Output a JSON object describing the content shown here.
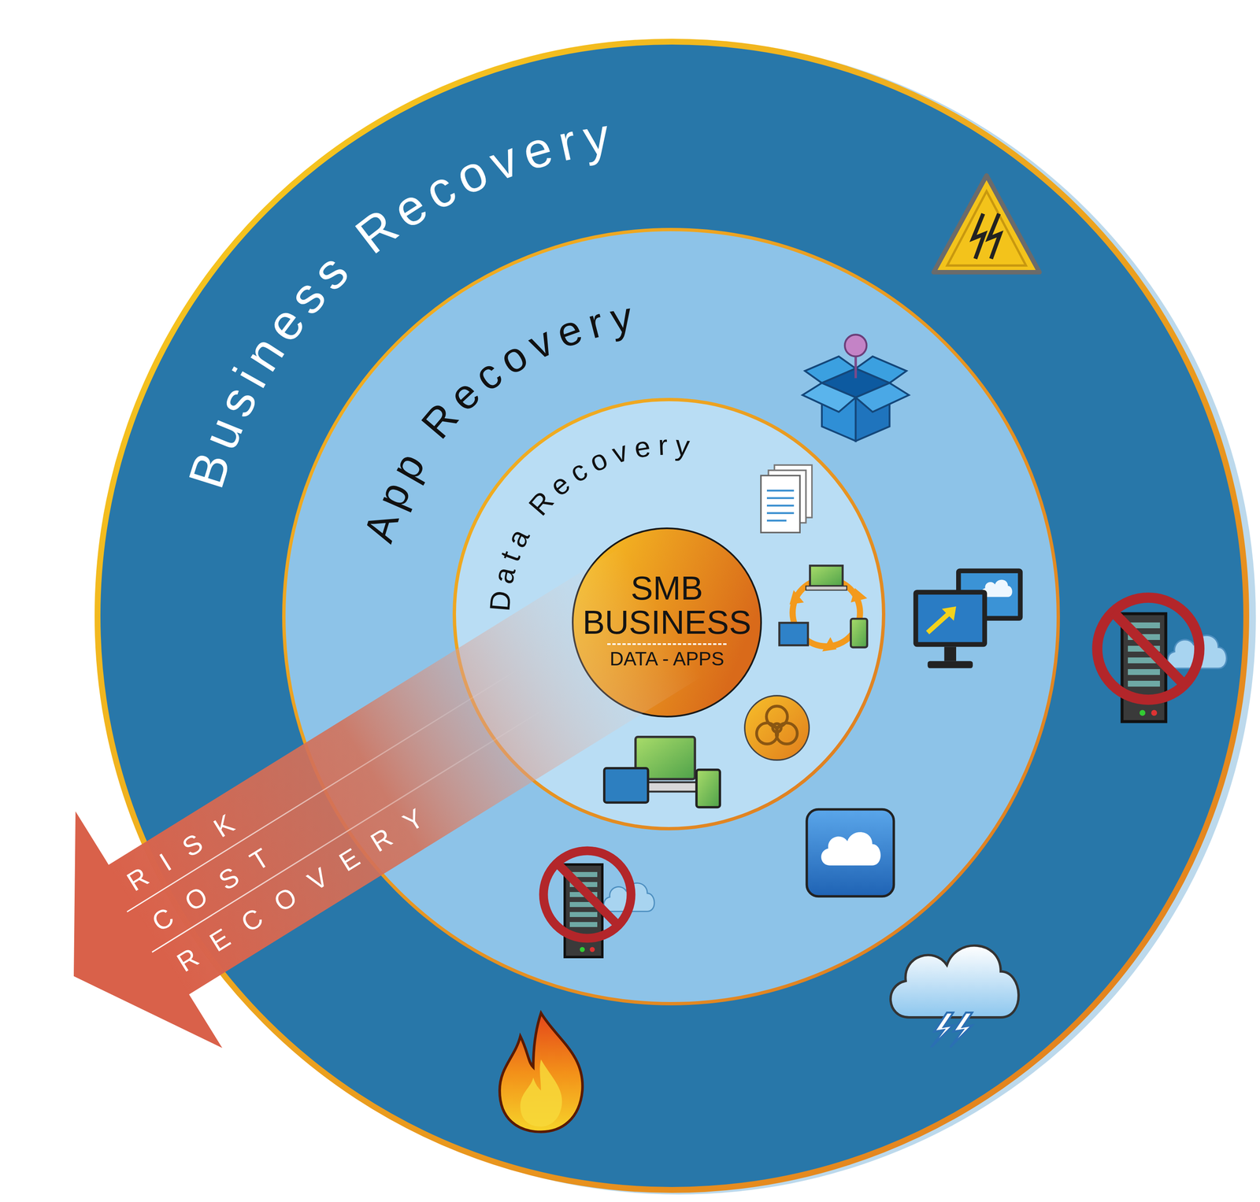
{
  "diagram": {
    "nodes": [
      {
        "text": [
          "Business Recovery"
        ]
      },
      {
        "text": [
          "App Recovery"
        ],
        "in": 0
      },
      {
        "text": [
          "Data Recovery"
        ],
        "in": 1
      },
      {
        "text": [
          "SMB BUSINESS",
          "DATA - APPS"
        ],
        "in": 2
      }
    ],
    "labels": [
      "RISK",
      "COST",
      "RECOVERY"
    ]
  }
}
